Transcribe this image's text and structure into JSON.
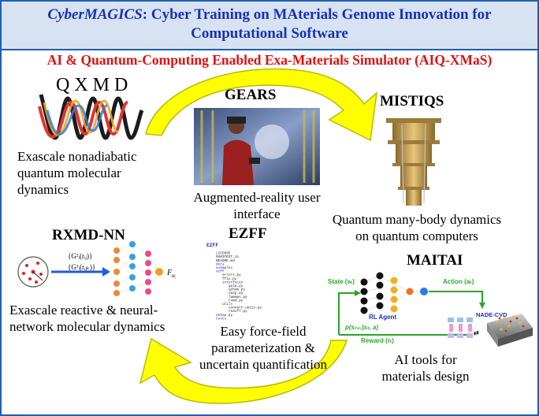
{
  "header": {
    "brand": "CyberMAGICS",
    "line1_rest": ": Cyber Training on MAterials Genome Innovation for",
    "line2": "Computational Software"
  },
  "subtitle": "AI & Quantum-Computing Enabled Exa-Materials Simulator (AIQ-XMaS)",
  "qxmd": {
    "logo_text": "QXMD",
    "desc_lines": [
      "Exascale nonadiabatic",
      "quantum molecular",
      "dynamics"
    ]
  },
  "gears": {
    "title": "GEARS",
    "desc_lines": [
      "Augmented-reality user",
      "interface"
    ]
  },
  "mistiqs": {
    "title": "MISTIQS",
    "desc_lines": [
      "Quantum many-body dynamics",
      "on quantum computers"
    ]
  },
  "rxmdnn": {
    "title": "RXMD-NN",
    "desc_lines": [
      "Exascale reactive & neural-",
      "network molecular dynamics"
    ],
    "formula_1": "{G²ᵢ(rᵢⱼ)}",
    "formula_2": "{G³ᵢ(rᵢⱼₖ)}",
    "output_label": "F",
    "output_sub": "αᵢ"
  },
  "ezff": {
    "title": "EZFF",
    "desc_lines": [
      "Easy force-field",
      "parameterization &",
      "uncertain quantification"
    ],
    "tree_root": "EZFF",
    "tree_items": [
      "LICENSE",
      "MANIFEST.in",
      "README.md",
      "docs",
      "examples",
      "ezff",
      "errors.py",
      "ffio.py",
      "interfaces",
      "gulp.py",
      "qchem.py",
      "vasp.py",
      "lammps.py",
      "rxmd.py",
      "utils",
      "convert.units.py",
      "reaxff.py",
      "setup.py",
      "tests"
    ]
  },
  "maitai": {
    "title": "MAITAI",
    "desc_lines": [
      "AI tools for",
      "materials design"
    ],
    "state_label": "State (sₜ)",
    "action_label": "Action (aₜ)",
    "agent_label": "RL Agent",
    "policy_label": "p(sₜ₊₁|sₜ, a)",
    "reward_label": "Reward (rₜ)",
    "nade_label": "NADE-CVD"
  },
  "colors": {
    "header_bg": "#d7e3f2",
    "header_text": "#1a2fb8",
    "subtitle_text": "#e01010",
    "frame": "#1f5fb0",
    "arrow_fill": "#ffff00",
    "arrow_stroke": "#b9b900",
    "rl_green": "#2aa52a"
  }
}
